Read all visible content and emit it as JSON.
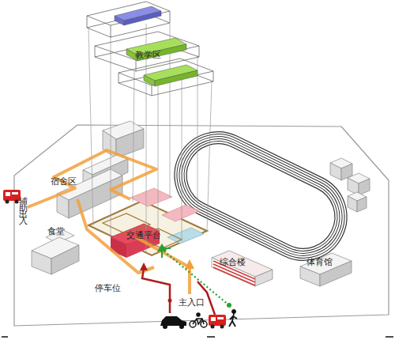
{
  "diagram": {
    "labels": [
      "教学区",
      "宿舍区",
      "辅助出入",
      "食堂",
      "交通平台",
      "综合楼",
      "体育馆",
      "停车位",
      "主入口"
    ]
  }
}
